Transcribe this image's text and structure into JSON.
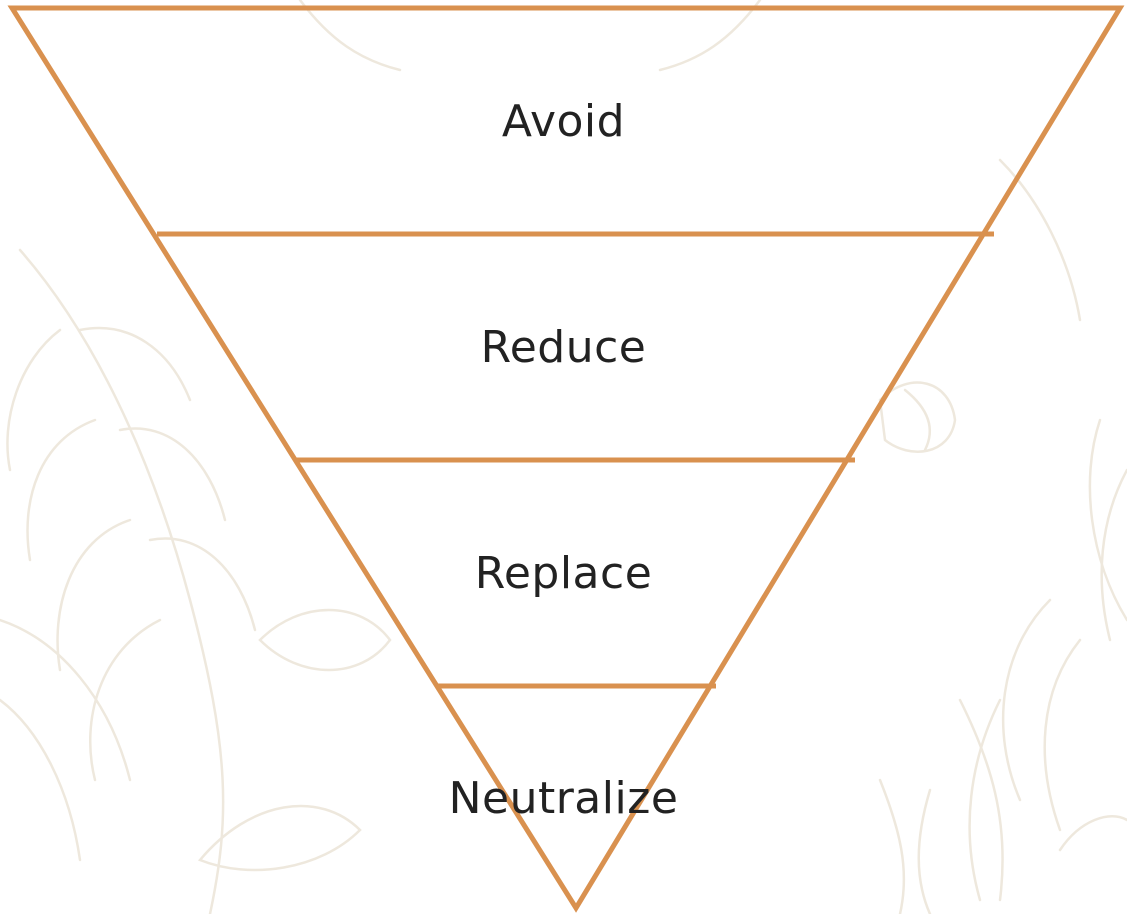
{
  "diagram": {
    "tiers": [
      {
        "label": "Avoid"
      },
      {
        "label": "Reduce"
      },
      {
        "label": "Replace"
      },
      {
        "label": "Neutralize"
      }
    ]
  },
  "colors": {
    "outline": "#D9914F",
    "text": "#222222",
    "background": "#ffffff",
    "botanical_sketch": "#EEE8DD"
  }
}
